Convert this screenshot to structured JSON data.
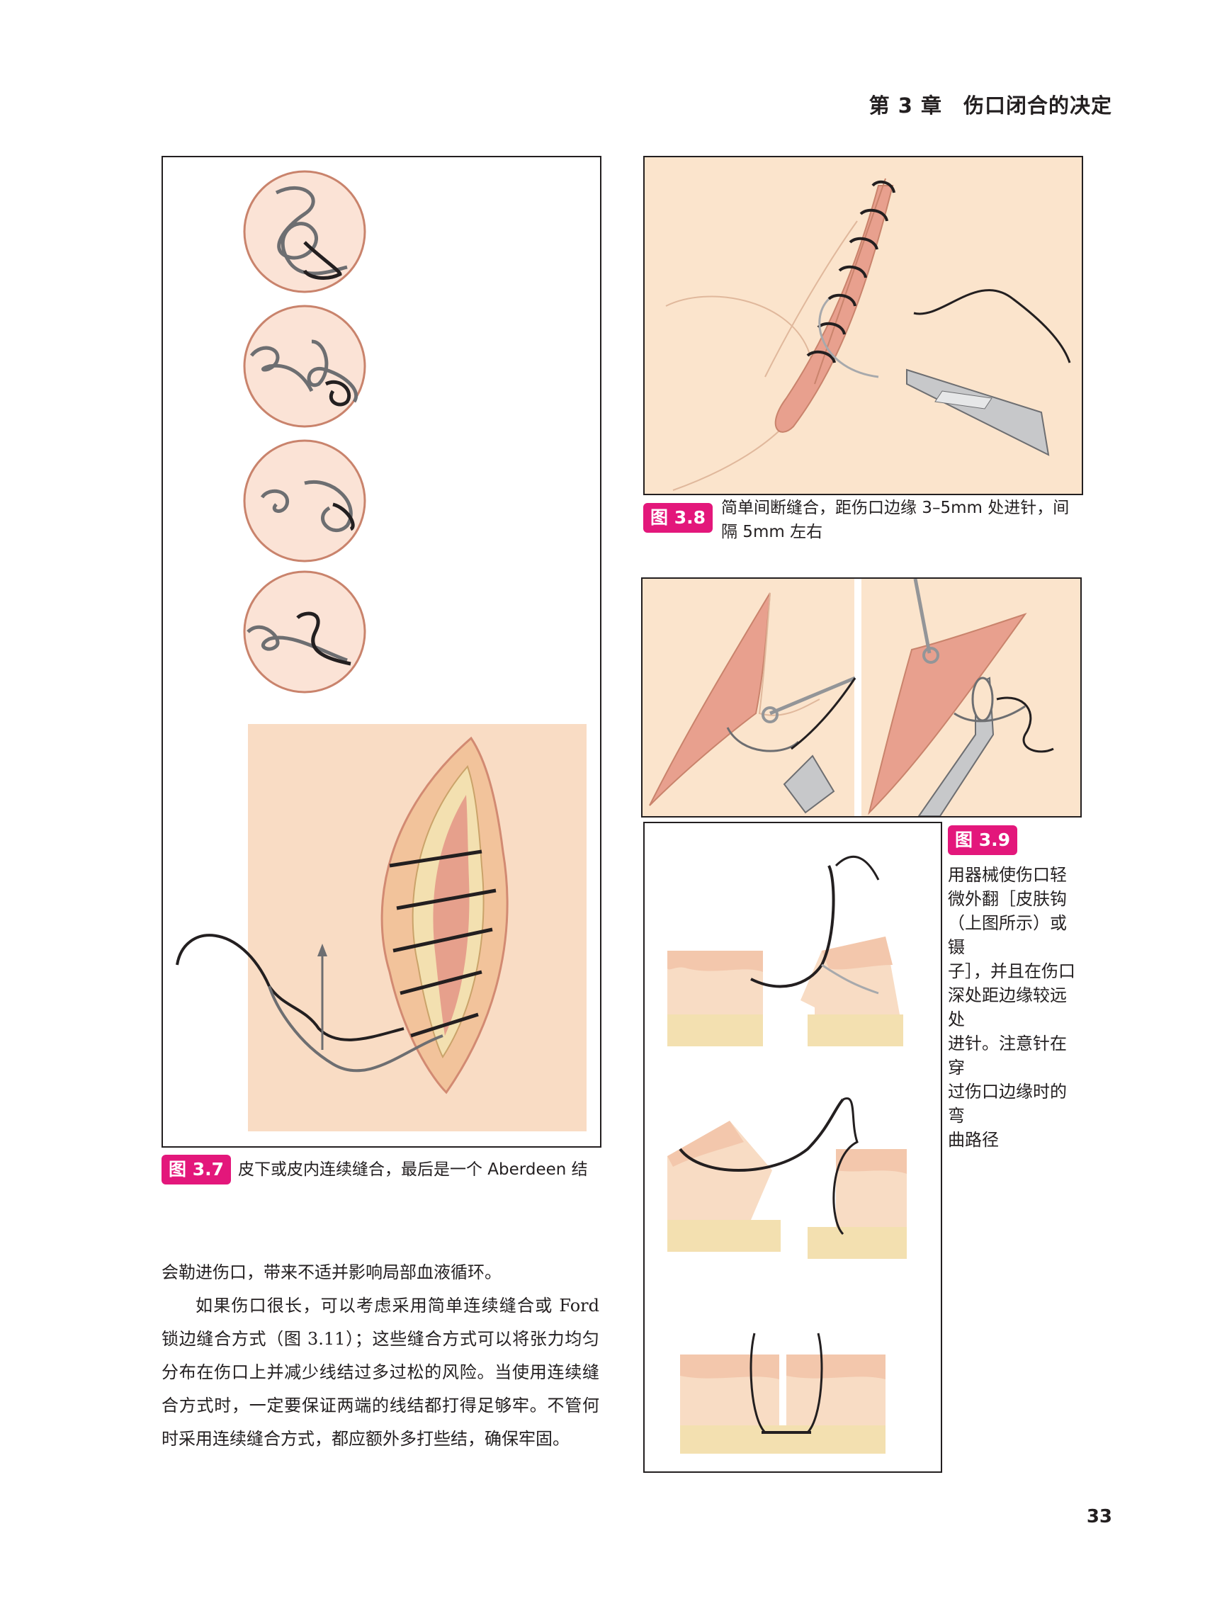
{
  "header": {
    "chapter_title": "第 3 章　伤口闭合的决定"
  },
  "figures": {
    "fig37": {
      "label": "图 3.7",
      "caption": "皮下或皮内连续缝合，最后是一个 Aberdeen 结"
    },
    "fig38": {
      "label": "图 3.8",
      "caption_line1": "简单间断缝合，距伤口边缘 3–5mm 处进针，间",
      "caption_line2": "隔 5mm 左右"
    },
    "fig39": {
      "label": "图 3.9",
      "caption_lines": [
        "用器械使伤口轻",
        "微外翻［皮肤钩",
        "（上图所示）或镊",
        "子］，并且在伤口",
        "深处距边缘较远处",
        "进针。注意针在穿",
        "过伤口边缘时的弯",
        "曲路径"
      ]
    }
  },
  "body": {
    "para1": "会勒进伤口，带来不适并影响局部血液循环。",
    "para2": "如果伤口很长，可以考虑采用简单连续缝合或 Ford 锁边缝合方式（图 3.11）；这些缝合方式可以将张力均匀分布在伤口上并减少线结过多过松的风险。当使用连续缝合方式时，一定要保证两端的线结都打得足够牢。不管何时采用连续缝合方式，都应额外多打些结，确保牢固。"
  },
  "page_number": "33",
  "colors": {
    "tag_magenta": "#e3177b",
    "skin": "#f7dcc4",
    "wound": "#e8a08e",
    "fat": "#f3e0b0"
  }
}
